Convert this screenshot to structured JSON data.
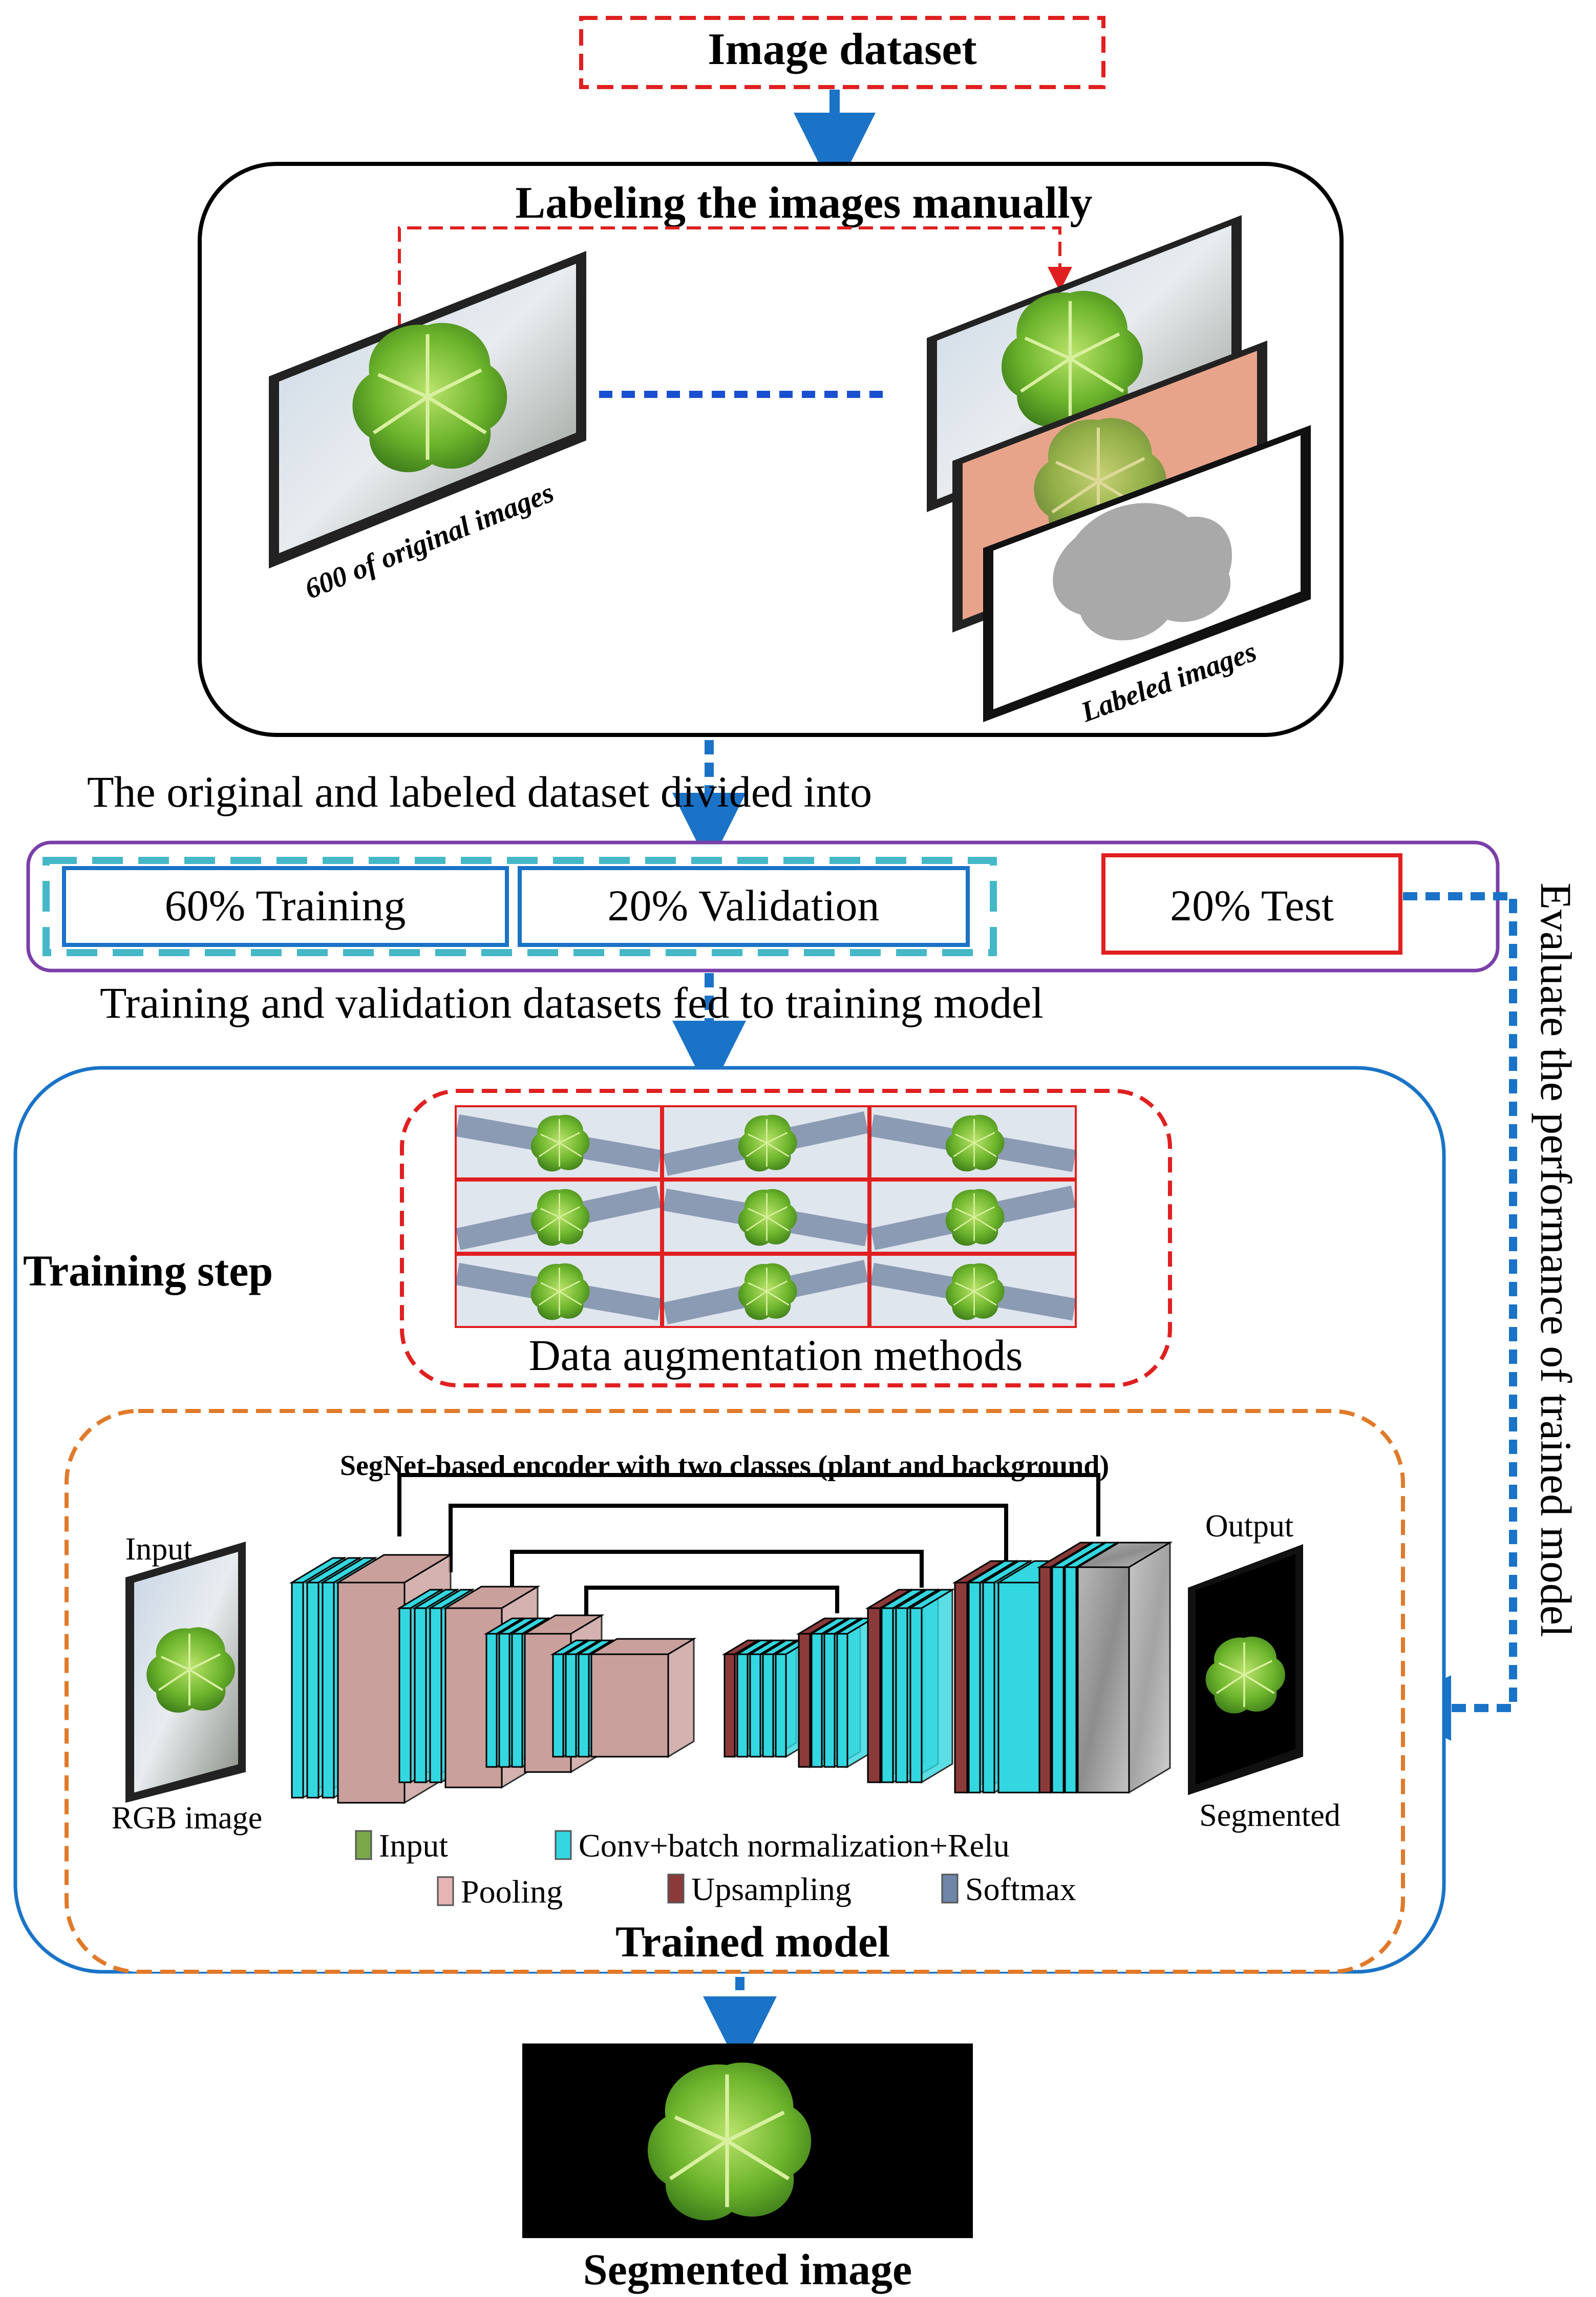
{
  "title": "Image dataset",
  "labeling": {
    "heading": "Labeling the images manually",
    "original_caption": "600 of original images",
    "labeled_caption": "Labeled images"
  },
  "split": {
    "intro": "The original and labeled  dataset divided into",
    "training": "60% Training",
    "validation": "20% Validation",
    "test": "20% Test",
    "fed_caption": "Training and validation  datasets fed to training model"
  },
  "evaluate_caption": "Evaluate the performance of trained model",
  "training": {
    "step_label": "Training step",
    "augmentation_caption": "Data augmentation methods",
    "model_label": "Trained model"
  },
  "segnet": {
    "heading": "SegNet-based encoder with two classes (plant and background)",
    "input_label": "Input",
    "output_label": "Output",
    "rgb_label": "RGB image",
    "segmented_label": "Segmented"
  },
  "legend": [
    {
      "label": "Input",
      "color": "#7aa84a"
    },
    {
      "label": "Conv+batch normalization+Relu",
      "color": "#33d7e0"
    },
    {
      "label": "Pooling",
      "color": "#e6b4b2"
    },
    {
      "label": "Upsampling",
      "color": "#8b3a3a"
    },
    {
      "label": "Softmax",
      "color": "#6f86a8"
    }
  ],
  "result_caption": "Segmented image",
  "colors": {
    "red_dash": "#e02020",
    "blue_arrow": "#1a73c7",
    "teal_dash": "#45b8c8",
    "purple_box": "#7a3fa8",
    "orange_dash": "#e07a2a",
    "conv": "#33d7e0",
    "pool": "#c9a09c",
    "upsample": "#8b3a3a"
  }
}
